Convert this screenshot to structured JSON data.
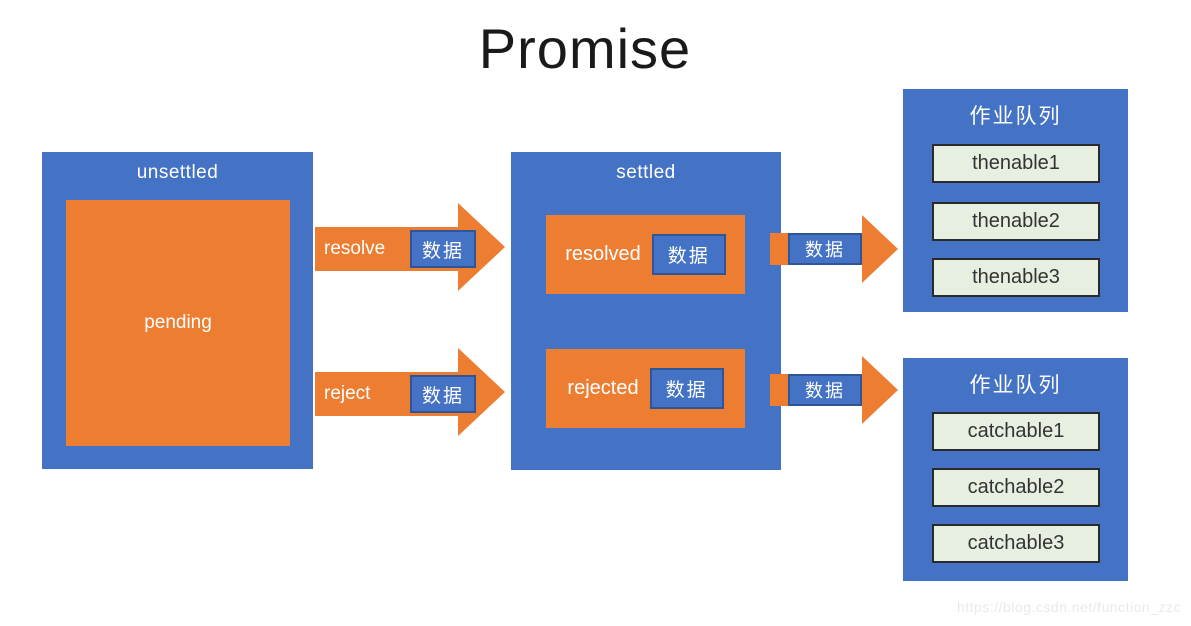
{
  "title": "Promise",
  "watermark": "https://blog.csdn.net/function_zzc",
  "colors": {
    "box_blue": "#4472C4",
    "accent_orange": "#ED7D31",
    "badge_border_blue": "#2F5597",
    "queue_item_green": "#E7EFE0",
    "queue_item_border": "#2b2b2b",
    "text_on_fill": "#ffffff",
    "title_text": "#1a1a1a"
  },
  "states": {
    "unsettled": {
      "label": "unsettled",
      "pending": "pending"
    },
    "settled": {
      "label": "settled",
      "resolved": "resolved",
      "rejected": "rejected"
    }
  },
  "transitions": {
    "resolve": {
      "label": "resolve",
      "badge": "数据"
    },
    "reject": {
      "label": "reject",
      "badge": "数据"
    },
    "resolved_data": "数据",
    "rejected_data": "数据",
    "to_then_queue": {
      "badge": "数据"
    },
    "to_catch_queue": {
      "badge": "数据"
    }
  },
  "queues": [
    {
      "title": "作业队列",
      "items": [
        "thenable1",
        "thenable2",
        "thenable3"
      ]
    },
    {
      "title": "作业队列",
      "items": [
        "catchable1",
        "catchable2",
        "catchable3"
      ]
    }
  ]
}
